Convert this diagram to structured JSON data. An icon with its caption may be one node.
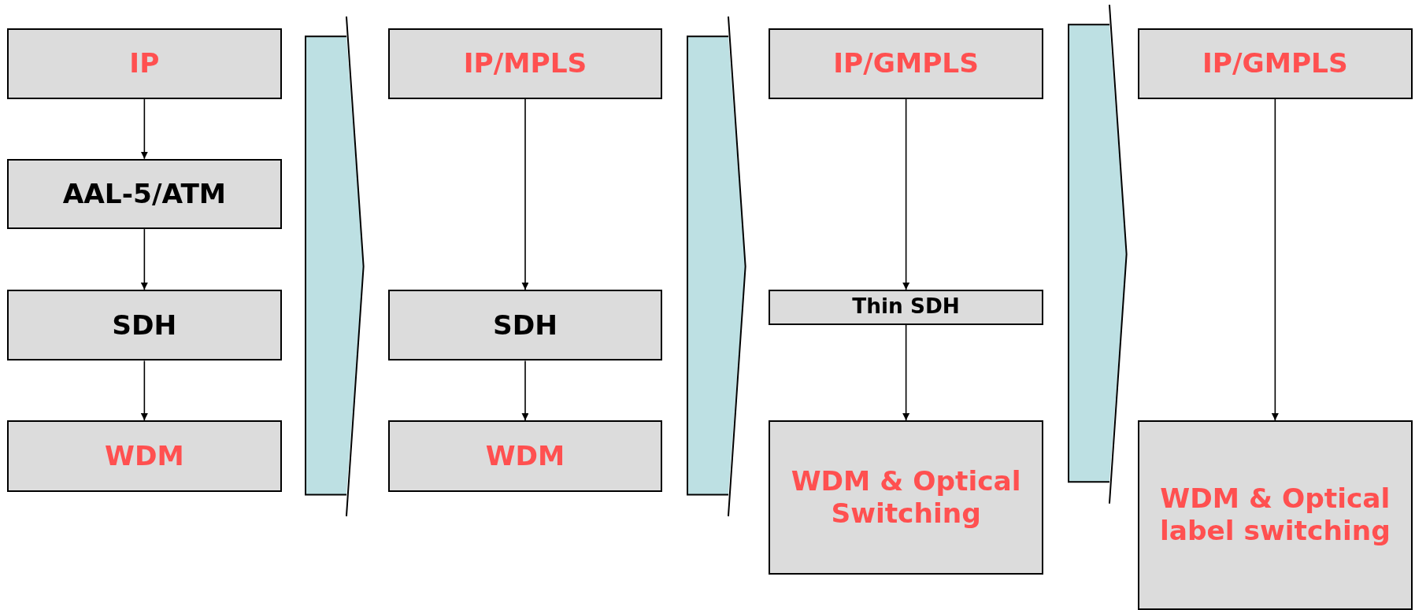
{
  "diagram": {
    "nodes": [
      {
        "text": [
          "IP"
        ]
      },
      {
        "text": [
          "AAL-5/ATM"
        ]
      },
      {
        "text": [
          "SDH"
        ]
      },
      {
        "text": [
          "WDM"
        ]
      },
      {
        "text": [],
        "shape": "chevron"
      },
      {
        "text": [
          "IP/MPLS"
        ]
      },
      {
        "text": [
          "SDH"
        ]
      },
      {
        "text": [
          "WDM"
        ]
      },
      {
        "text": [],
        "shape": "chevron"
      },
      {
        "text": [
          "IP/GMPLS"
        ]
      },
      {
        "text": [
          "Thin SDH"
        ]
      },
      {
        "text": [
          "WDM & Optical Switching"
        ]
      },
      {
        "text": [],
        "shape": "chevron"
      },
      {
        "text": [
          "IP/GMPLS"
        ]
      },
      {
        "text": [
          "WDM & Optical label switching"
        ]
      }
    ],
    "edges": [
      {
        "from": 0,
        "to": 1,
        "arrow": "to"
      },
      {
        "from": 1,
        "to": 2,
        "arrow": "to"
      },
      {
        "from": 2,
        "to": 3,
        "arrow": "to"
      },
      {
        "from": 5,
        "to": 6,
        "arrow": "to"
      },
      {
        "from": 6,
        "to": 7,
        "arrow": "to"
      },
      {
        "from": 9,
        "to": 10,
        "arrow": "to"
      },
      {
        "from": 10,
        "to": 11,
        "arrow": "to"
      },
      {
        "from": 13,
        "to": 14,
        "arrow": "to"
      }
    ]
  }
}
